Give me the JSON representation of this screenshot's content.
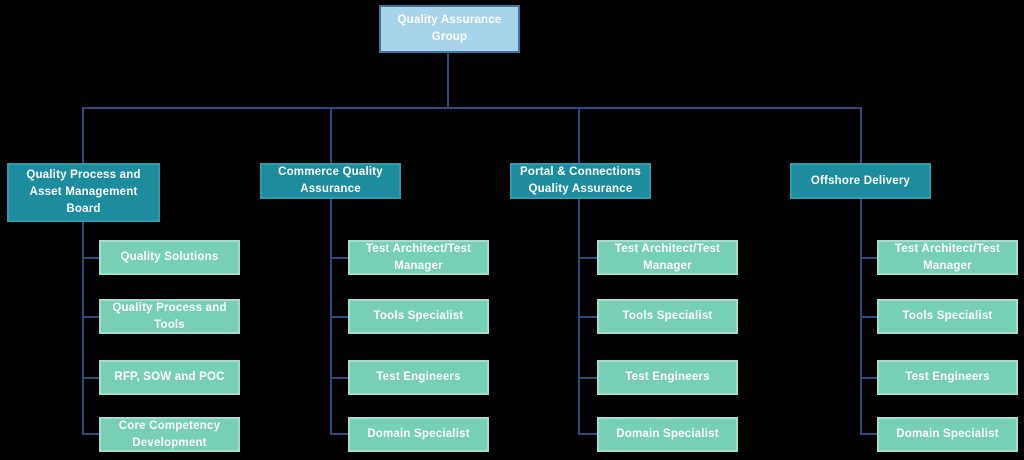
{
  "chart": {
    "root": {
      "label": "Quality Assurance Group"
    },
    "branches": [
      {
        "label": "Quality Process and Asset Management Board",
        "children": [
          {
            "label": "Quality Solutions"
          },
          {
            "label": "Quality Process and Tools"
          },
          {
            "label": "RFP, SOW and POC"
          },
          {
            "label": "Core Competency Development"
          }
        ]
      },
      {
        "label": "Commerce Quality Assurance",
        "children": [
          {
            "label": "Test Architect/Test Manager"
          },
          {
            "label": "Tools Specialist"
          },
          {
            "label": "Test Engineers"
          },
          {
            "label": "Domain Specialist"
          }
        ]
      },
      {
        "label": "Portal & Connections Quality Assurance",
        "children": [
          {
            "label": "Test Architect/Test Manager"
          },
          {
            "label": "Tools Specialist"
          },
          {
            "label": "Test Engineers"
          },
          {
            "label": "Domain Specialist"
          }
        ]
      },
      {
        "label": "Offshore Delivery",
        "children": [
          {
            "label": "Test Architect/Test Manager"
          },
          {
            "label": "Tools Specialist"
          },
          {
            "label": "Test Engineers"
          },
          {
            "label": "Domain Specialist"
          }
        ]
      }
    ],
    "colors": {
      "background": "#000000",
      "root_fill": "#a7d4eb",
      "root_border": "#44729f",
      "branch_fill": "#1d8c9f",
      "branch_border": "#2f9cac",
      "child_fill": "#77cfb6",
      "child_border": "#a3ddcd",
      "connector": "#2e4c7a",
      "text": "#ffffff"
    }
  }
}
